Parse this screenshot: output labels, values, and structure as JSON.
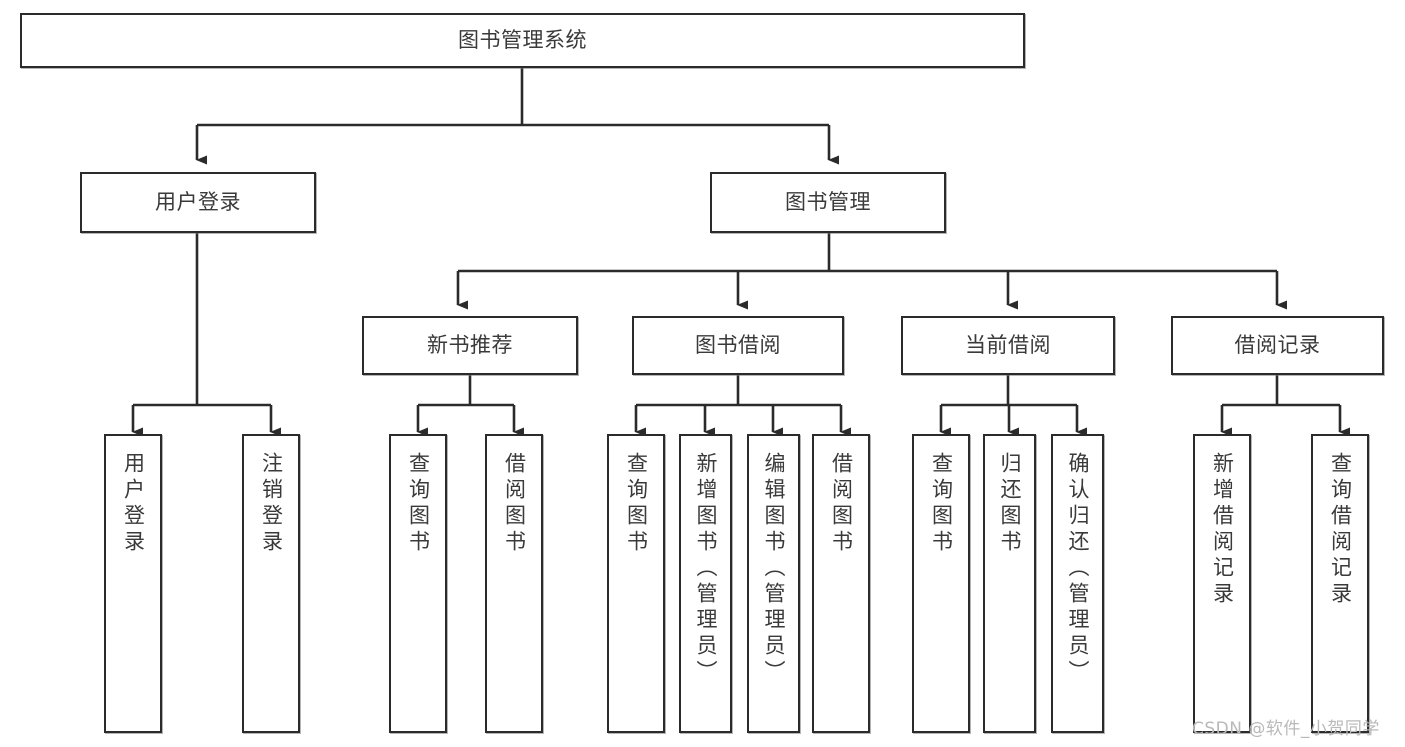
{
  "diagram": {
    "type": "hierarchy-tree",
    "title": "图书管理系统",
    "root": {
      "label": "图书管理系统"
    },
    "level2": [
      {
        "label": "用户登录"
      },
      {
        "label": "图书管理"
      }
    ],
    "level3": [
      {
        "label": "新书推荐"
      },
      {
        "label": "图书借阅"
      },
      {
        "label": "当前借阅"
      },
      {
        "label": "借阅记录"
      }
    ],
    "leaves": {
      "user_login": [
        {
          "label": "用户登录"
        },
        {
          "label": "注销登录"
        }
      ],
      "new_book_recommend": [
        {
          "label": "查询图书"
        },
        {
          "label": "借阅图书"
        }
      ],
      "book_borrow": [
        {
          "label": "查询图书"
        },
        {
          "label": "新增图书（管理员）"
        },
        {
          "label": "编辑图书（管理员）"
        },
        {
          "label": "借阅图书"
        }
      ],
      "current_borrow": [
        {
          "label": "查询图书"
        },
        {
          "label": "归还图书"
        },
        {
          "label": "确认归还（管理员）"
        }
      ],
      "borrow_record": [
        {
          "label": "新增借阅记录"
        },
        {
          "label": "查询借阅记录"
        }
      ]
    }
  },
  "watermark": {
    "text": "CSDN @软件_小贺同学"
  },
  "colors": {
    "border": "#2b2b2b",
    "text": "#3a3a3a",
    "background": "#ffffff",
    "watermark": "#b9b9b9"
  }
}
